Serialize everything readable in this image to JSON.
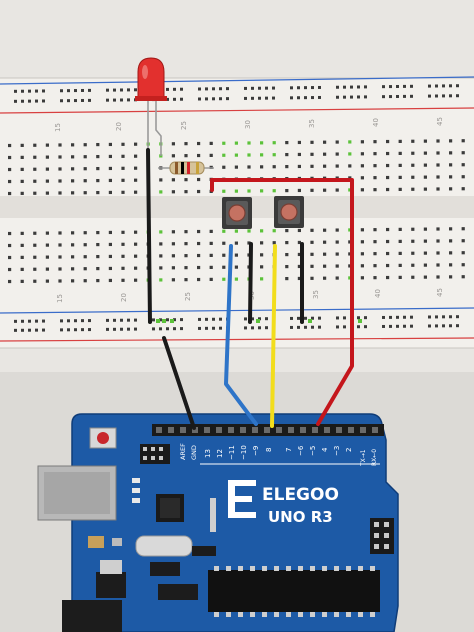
{
  "breadboard": {
    "column_labels_top": [
      "15",
      "20",
      "25",
      "30",
      "35",
      "40",
      "45"
    ],
    "column_labels_bottom": [
      "15",
      "20",
      "25",
      "30",
      "35",
      "40",
      "45"
    ]
  },
  "components": {
    "led": {
      "color": "red"
    },
    "resistor": {
      "bands": [
        "#8b5a2b",
        "#000000",
        "#d4232b",
        "#c8a23a"
      ]
    },
    "buttons": [
      {
        "id": "button-1"
      },
      {
        "id": "button-2"
      }
    ]
  },
  "wires": [
    {
      "name": "wire-ground-led",
      "color": "#1a1a1a"
    },
    {
      "name": "wire-button1-pin9",
      "color": "#2e74c8"
    },
    {
      "name": "wire-button2-pin8",
      "color": "#f2dd1c"
    },
    {
      "name": "wire-5v-pin5",
      "color": "#c4161c"
    }
  ],
  "arduino": {
    "brand": "ELEGOO",
    "model": "UNO R3",
    "pin_labels": [
      "AREF",
      "GND",
      "13",
      "12",
      "~11",
      "~10",
      "~9",
      "8",
      "7",
      "~6",
      "~5",
      "4",
      "~3",
      "2",
      "TX→1",
      "RX←0"
    ]
  },
  "colors": {
    "board_blue": "#1d5aa6",
    "breadboard": "#f2f0ec",
    "rail_blue": "#3a6cc9",
    "rail_red": "#d84040",
    "hole_highlight": "#5cc23a"
  }
}
